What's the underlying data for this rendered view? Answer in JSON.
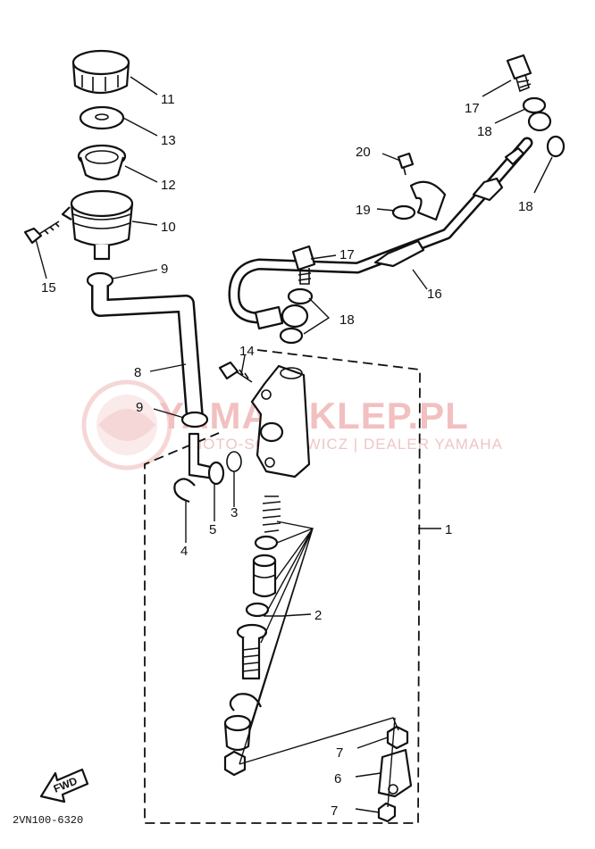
{
  "diagram_code": "2VN100-6320",
  "direction_badge": "FWD",
  "watermark": {
    "title": "YAMA-SKLEP.PL",
    "subtitle": "MOTO-SOBKIEWICZ | DEALER YAMAHA"
  },
  "callouts": {
    "c1": "1",
    "c2": "2",
    "c3": "3",
    "c4": "4",
    "c5": "5",
    "c6": "6",
    "c7a": "7",
    "c7b": "7",
    "c8": "8",
    "c9a": "9",
    "c9b": "9",
    "c10": "10",
    "c11": "11",
    "c12": "12",
    "c13": "13",
    "c14": "14",
    "c15": "15",
    "c16": "16",
    "c17a": "17",
    "c17b": "17",
    "c18a": "18",
    "c18b": "18",
    "c18c": "18",
    "c19": "19",
    "c20": "20"
  },
  "colors": {
    "line": "#111111",
    "watermark": "#f2c0c0"
  }
}
